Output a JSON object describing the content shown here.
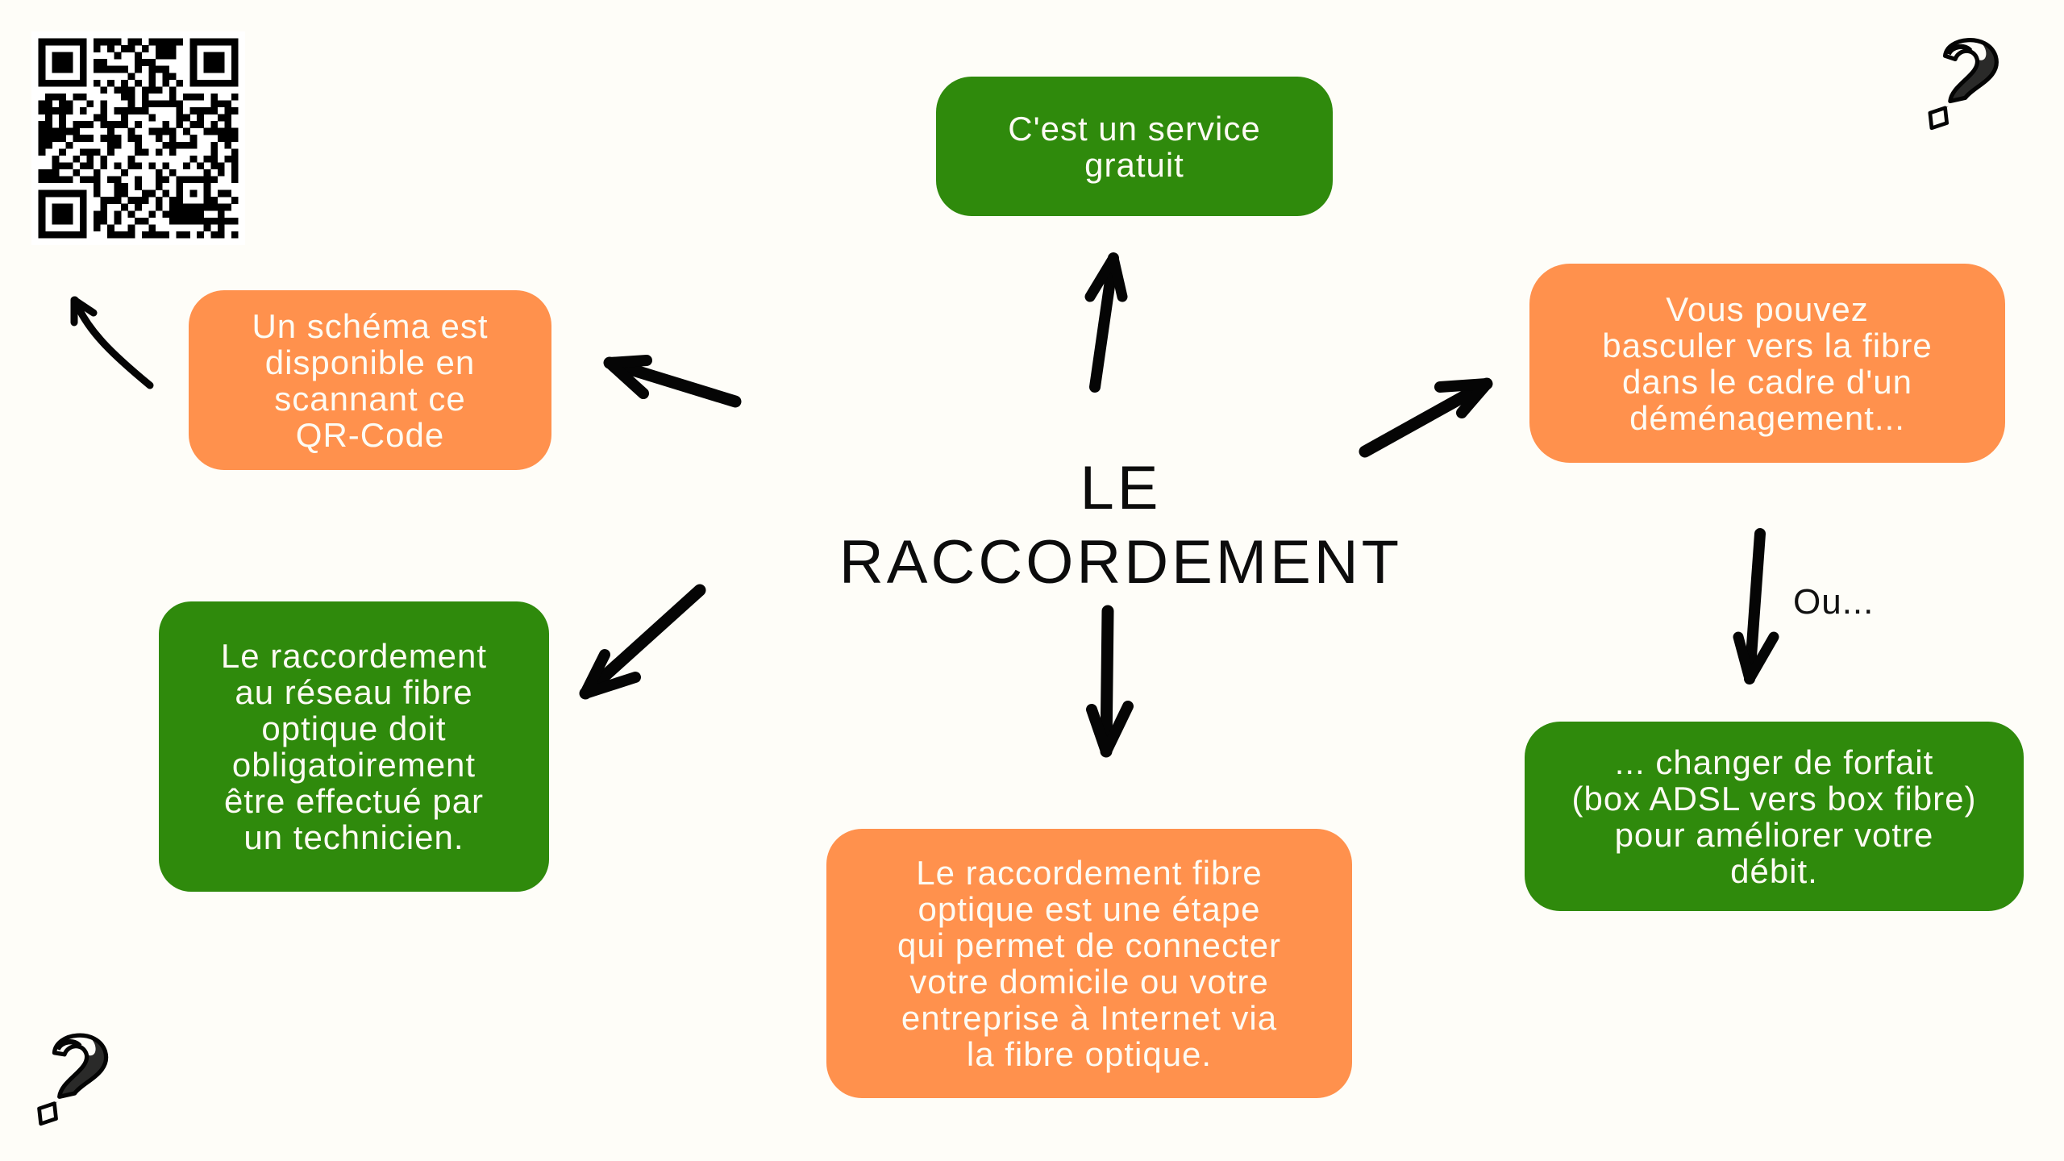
{
  "title": {
    "line1": "LE",
    "line2": "RACCORDEMENT"
  },
  "colors": {
    "background": "#fefdf8",
    "green": "#2f8a0c",
    "orange": "#ff914d",
    "text_light": "#fdfbf3",
    "ink": "#050505"
  },
  "boxes": {
    "service": {
      "color": "green",
      "lines": [
        "C'est un service",
        "gratuit"
      ]
    },
    "qr_code": {
      "color": "orange",
      "lines": [
        "Un schéma est",
        "disponible en",
        "scannant ce",
        "QR-Code"
      ]
    },
    "basculer": {
      "color": "orange",
      "lines": [
        "Vous pouvez",
        "basculer vers la fibre",
        "dans le cadre d'un",
        "déménagement..."
      ]
    },
    "technicien": {
      "color": "green",
      "lines": [
        "Le raccordement",
        "au réseau fibre",
        "optique doit",
        "obligatoirement",
        "être effectué par",
        "un technicien."
      ]
    },
    "etape": {
      "color": "orange",
      "lines": [
        "Le raccordement fibre",
        "optique est une étape",
        "qui permet de connecter",
        "votre domicile ou votre",
        "entreprise à Internet via",
        "la fibre optique."
      ]
    },
    "forfait": {
      "color": "green",
      "lines": [
        "... changer de forfait",
        "(box ADSL vers box fibre)",
        "pour améliorer votre",
        "débit."
      ]
    }
  },
  "connector_label": "Ou...",
  "icons": {
    "qr": "qr-code-icon",
    "question_top_right": "question-mark-icon",
    "question_bottom_left": "question-mark-icon",
    "arrows": [
      "arrow-up-icon",
      "arrow-up-left-icon",
      "arrow-up-right-icon",
      "arrow-down-left-icon",
      "arrow-down-icon",
      "arrow-down-or-icon",
      "curved-arrow-to-qr-icon"
    ]
  }
}
